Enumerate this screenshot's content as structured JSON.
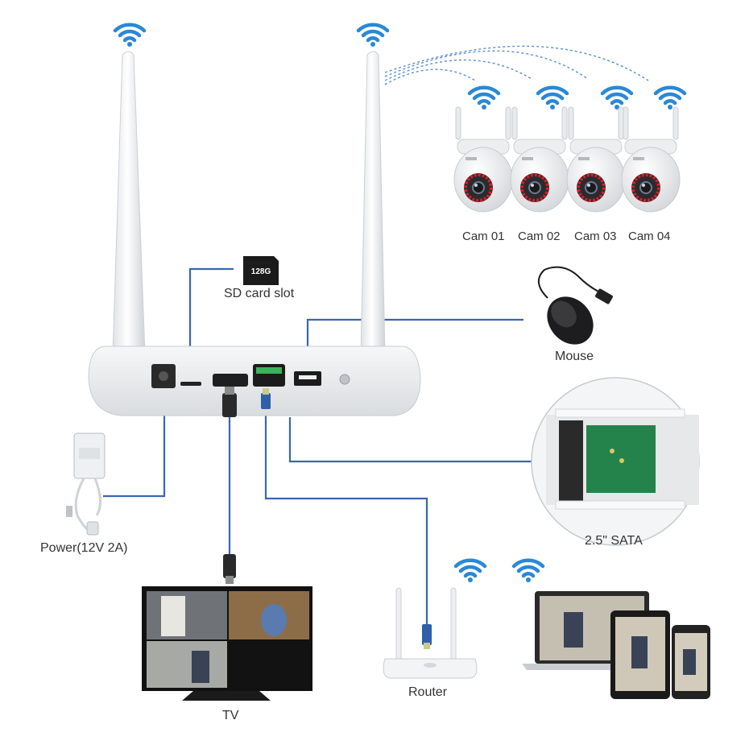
{
  "labels": {
    "sd_card_slot": "SD card slot",
    "sd_card_capacity": "128G",
    "mouse": "Mouse",
    "power": "Power(12V 2A)",
    "sata": "2.5\" SATA",
    "router": "Router",
    "tv": "TV"
  },
  "cameras": [
    {
      "label": "Cam 01"
    },
    {
      "label": "Cam 02"
    },
    {
      "label": "Cam 03"
    },
    {
      "label": "Cam 04"
    }
  ],
  "colors": {
    "connector_line": "#3a66b0",
    "wifi_icon": "#2a88d6",
    "device_body": "#eef0f2",
    "camera_ir_ring": "#d2202a",
    "cable_blue": "#2f5fa8",
    "ethernet_jack": "#39b45a"
  },
  "icons": [
    "wifi-icon",
    "sd-card-icon",
    "mouse-icon",
    "power-adapter-icon",
    "hdmi-plug-icon",
    "ethernet-plug-icon"
  ]
}
